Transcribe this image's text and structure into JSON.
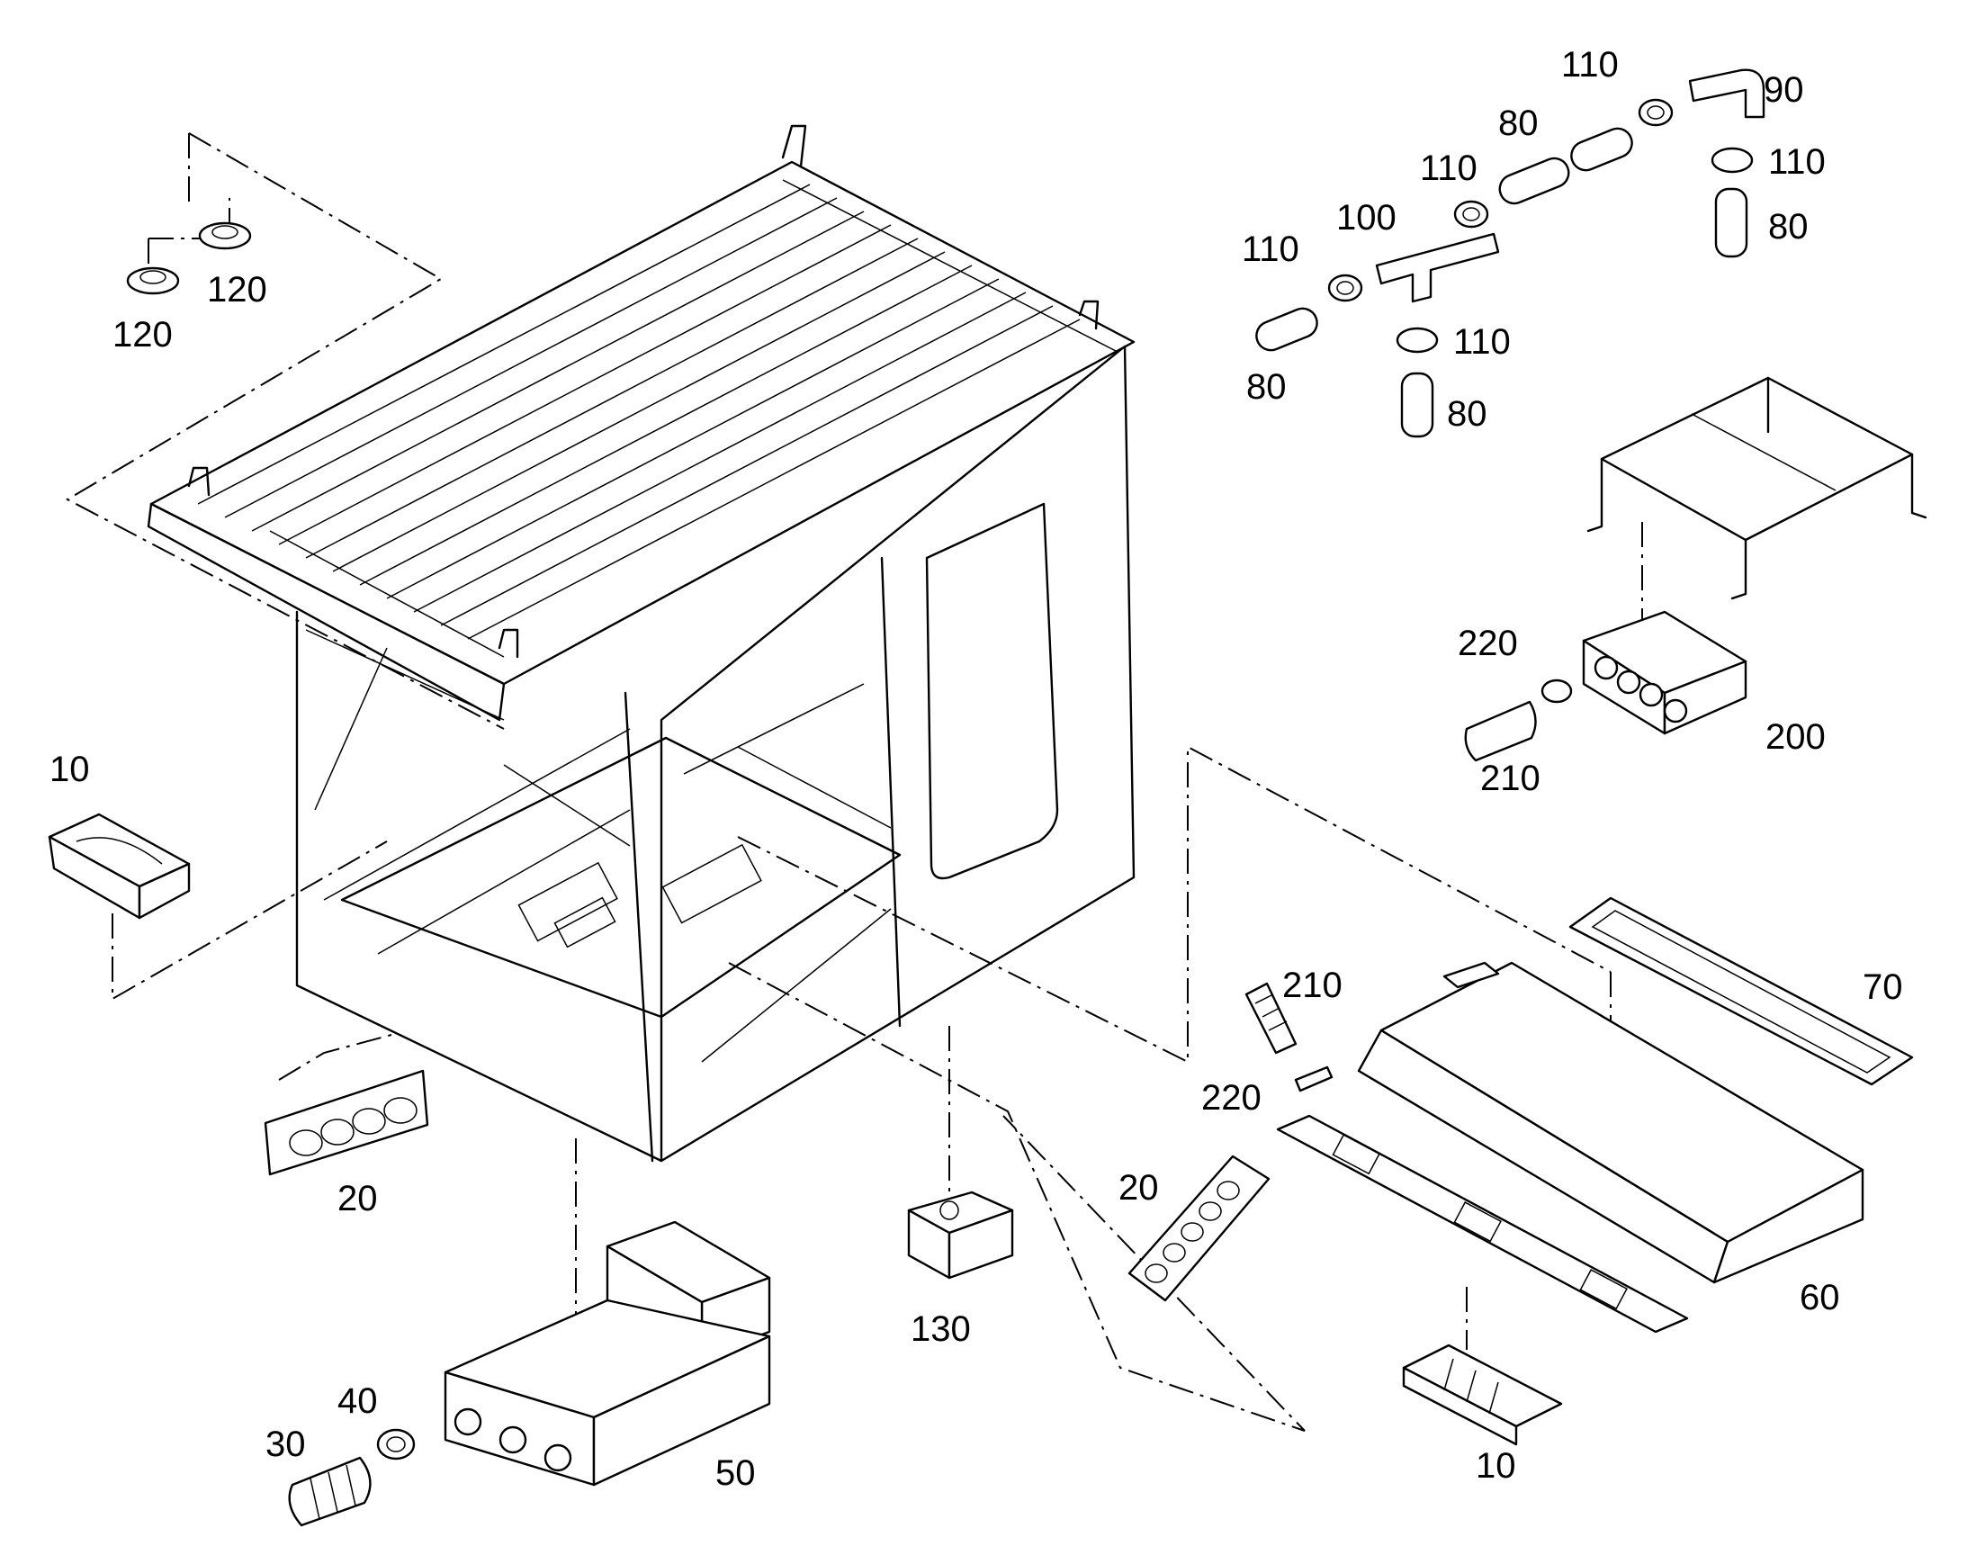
{
  "callouts": [
    {
      "id": "120a",
      "text": "120"
    },
    {
      "id": "120b",
      "text": "120"
    },
    {
      "id": "110a",
      "text": "110"
    },
    {
      "id": "90",
      "text": "90"
    },
    {
      "id": "80a",
      "text": "80"
    },
    {
      "id": "110b",
      "text": "110"
    },
    {
      "id": "110c",
      "text": "110"
    },
    {
      "id": "80b",
      "text": "80"
    },
    {
      "id": "100",
      "text": "100"
    },
    {
      "id": "110d",
      "text": "110"
    },
    {
      "id": "110e",
      "text": "110"
    },
    {
      "id": "80c",
      "text": "80"
    },
    {
      "id": "80d",
      "text": "80"
    },
    {
      "id": "220a",
      "text": "220"
    },
    {
      "id": "200",
      "text": "200"
    },
    {
      "id": "210a",
      "text": "210"
    },
    {
      "id": "10a",
      "text": "10"
    },
    {
      "id": "70",
      "text": "70"
    },
    {
      "id": "210b",
      "text": "210"
    },
    {
      "id": "220b",
      "text": "220"
    },
    {
      "id": "20a",
      "text": "20"
    },
    {
      "id": "20b",
      "text": "20"
    },
    {
      "id": "130",
      "text": "130"
    },
    {
      "id": "60",
      "text": "60"
    },
    {
      "id": "40",
      "text": "40"
    },
    {
      "id": "30",
      "text": "30"
    },
    {
      "id": "50",
      "text": "50"
    },
    {
      "id": "10b",
      "text": "10"
    }
  ]
}
